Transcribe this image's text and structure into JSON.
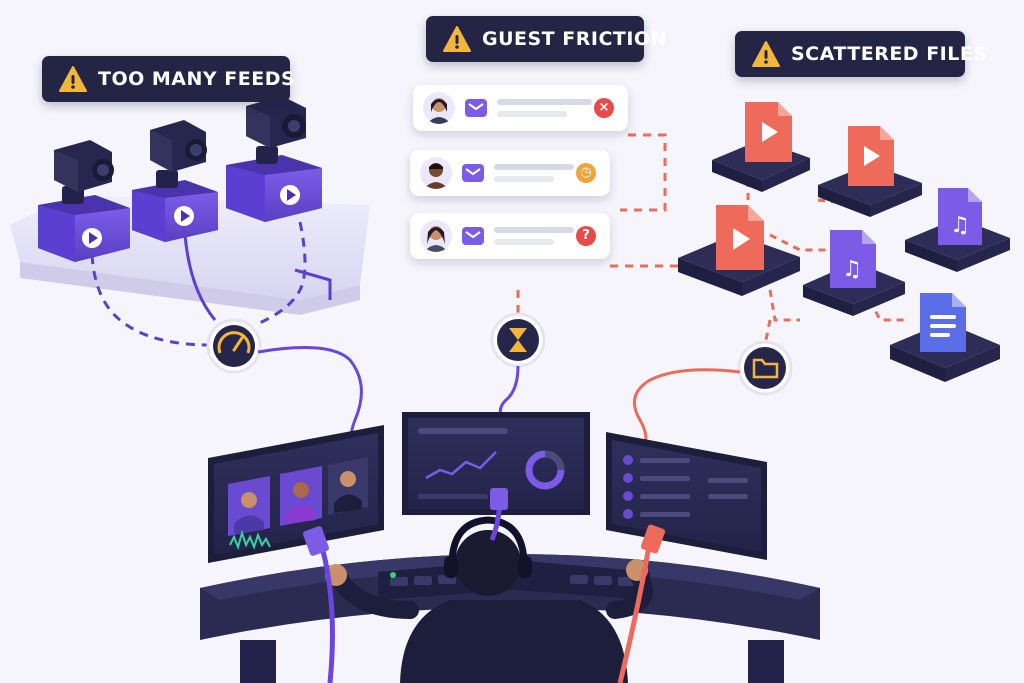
{
  "banners": [
    {
      "label": "TOO MANY FEEDS"
    },
    {
      "label": "GUEST FRICTION"
    },
    {
      "label": "SCATTERED FILES"
    }
  ],
  "guest_cards": [
    {
      "status": "×",
      "status_color": "#e84a4a"
    },
    {
      "status": "◷",
      "status_color": "#f0a43a"
    },
    {
      "status": "?",
      "status_color": "#e84a4a"
    }
  ],
  "colors": {
    "banner_bg": "#242445",
    "warning": "#f4b63a",
    "purple": "#7c5ce6",
    "coral": "#ee6a5a",
    "navy": "#2c2c55",
    "desk": "#2b2b52"
  },
  "icons": [
    "warning-icon",
    "camera-icon",
    "play-icon",
    "speedometer-icon",
    "mail-icon",
    "hourglass-icon",
    "video-file-icon",
    "music-file-icon",
    "document-file-icon",
    "folder-icon",
    "headphones-icon"
  ]
}
